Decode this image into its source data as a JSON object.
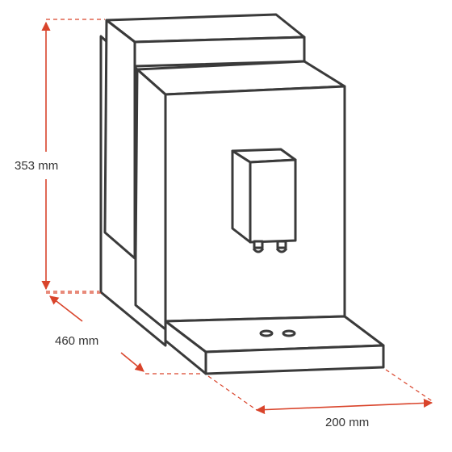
{
  "labels": {
    "height": "353 mm",
    "depth": "460 mm",
    "width": "200 mm"
  },
  "colors": {
    "dimension": "#d9442b",
    "outline": "#3a3a3a",
    "text": "#333333"
  }
}
